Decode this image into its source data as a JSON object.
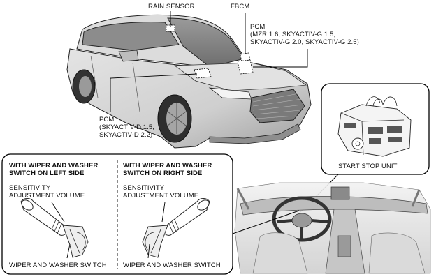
{
  "labels": {
    "rain_sensor": "RAIN SENSOR",
    "fbcm": "FBCM",
    "pcm_gasoline": {
      "title": "PCM",
      "line1": "(MZR 1.6, SKYACTIV-G 1.5,",
      "line2": "SKYACTIV-G 2.0, SKYACTIV-G 2.5)"
    },
    "pcm_diesel": {
      "title": "PCM",
      "line1": "(SKYACTIV-D 1.5,",
      "line2": "SKYACTIV-D 2.2)"
    },
    "start_stop_unit": "START STOP UNIT",
    "left_panel": {
      "heading1": "WITH WIPER AND WASHER",
      "heading2": "SWITCH ON LEFT SIDE",
      "sens1": "SENSITIVITY",
      "sens2": "ADJUSTMENT VOLUME",
      "switch": "WIPER AND WASHER SWITCH"
    },
    "right_panel": {
      "heading1": "WITH WIPER AND WASHER",
      "heading2": "SWITCH ON RIGHT SIDE",
      "sens1": "SENSITIVITY",
      "sens2": "ADJUSTMENT VOLUME",
      "switch": "WIPER AND WASHER SWITCH"
    }
  },
  "colors": {
    "line": "#1a1a1a",
    "car_body": "#d6d6d6",
    "car_shadow": "#a9a9a9",
    "interior": "#e6e6e6"
  }
}
